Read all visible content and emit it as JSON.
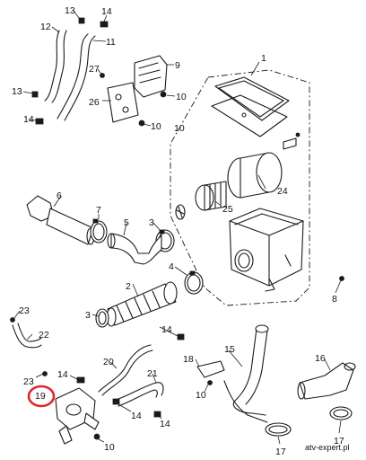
{
  "diagram": {
    "callouts": {
      "c1": "1",
      "c2": "2",
      "c3a": "3",
      "c3b": "3",
      "c4": "4",
      "c5": "5",
      "c6": "6",
      "c7": "7",
      "c8": "8",
      "c9": "9",
      "c10a": "10",
      "c10b": "10",
      "c10c": "10",
      "c10d": "10",
      "c11": "11",
      "c12": "12",
      "c13a": "13",
      "c13b": "13",
      "c14a": "14",
      "c14b": "14",
      "c14c": "14",
      "c14d": "14",
      "c15": "15",
      "c16": "16",
      "c17a": "17",
      "c17b": "17",
      "c18": "18",
      "c19": "19",
      "c20": "20",
      "c21": "21",
      "c22": "22",
      "c23a": "23",
      "c23b": "23",
      "c24": "24",
      "c25": "25",
      "c26": "26",
      "c27": "27"
    },
    "highlight": {
      "part": "19",
      "color": "#e0262b"
    },
    "watermark": "atv-expert.pl"
  }
}
